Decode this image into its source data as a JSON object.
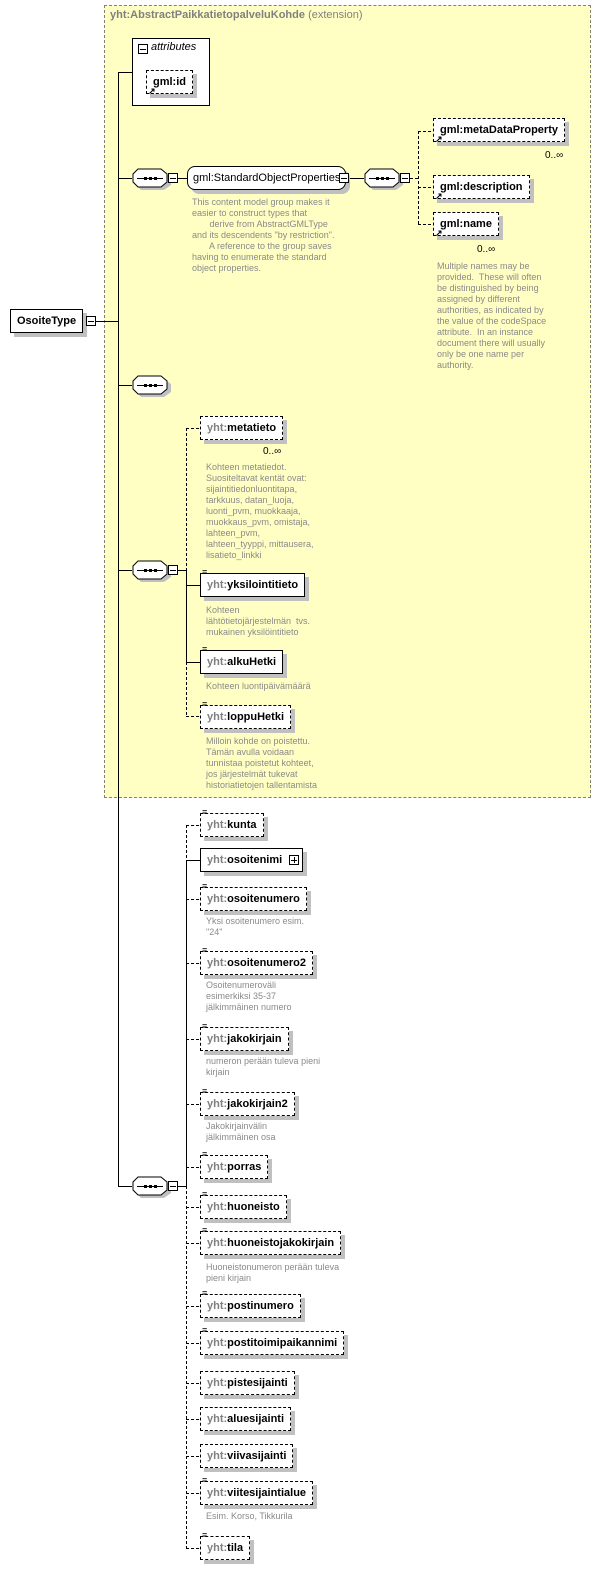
{
  "root": {
    "name": "OsoiteType"
  },
  "extension": {
    "base": "yht:AbstractPaikkatietopalveluKohde",
    "kind": "(extension)"
  },
  "attributes": {
    "label": "attributes",
    "items": [
      {
        "name": "gml:id"
      }
    ]
  },
  "gml_group": {
    "name": "gml:StandardObjectProperties",
    "description": "This content model group makes it\neasier to construct types that\n       derive from AbstractGMLType\nand its descendents \"by restriction\".\n       A reference to the group saves\nhaving to enumerate the standard\nobject properties.",
    "elements": [
      {
        "name": "gml:metaDataProperty",
        "cardinality": "0..∞"
      },
      {
        "name": "gml:description"
      },
      {
        "name": "gml:name",
        "cardinality": "0..∞",
        "description": "Multiple names may be\nprovided.  These will often\nbe distinguished by being\nassigned by different\nauthorities, as indicated by\nthe value of the codeSpace\nattribute.  In an instance\ndocument there will usually\nonly be one name per\nauthority."
      }
    ]
  },
  "prefix": "yht:",
  "base_elements": [
    {
      "name": "metatieto",
      "cardinality": "0..∞",
      "description": "Kohteen metatiedot.\nSuositeltavat kentät ovat:\nsijaintitiedonluontitapa,\ntarkkuus, datan_luoja,\nluonti_pvm, muokkaaja,\nmuokkaus_pvm, omistaja,\nlahteen_pvm,\nlahteen_tyyppi, mittausera,\nlisatieto_linkki"
    },
    {
      "name": "yksilointitieto",
      "description": "Kohteen\nlähtötietojärjestelmän  tvs.\nmukainen yksilöintitieto"
    },
    {
      "name": "alkuHetki",
      "description": "Kohteen luontipäivämäärä"
    },
    {
      "name": "loppuHetki",
      "description": "Milloin kohde on poistettu.\nTämän avulla voidaan\ntunnistaa poistetut kohteet,\njos järjestelmät tukevat\nhistoriatietojen tallentamista"
    }
  ],
  "elements": [
    {
      "name": "kunta"
    },
    {
      "name": "osoitenimi"
    },
    {
      "name": "osoitenumero",
      "description": "Yksi osoitenumero esim.\n\"24\""
    },
    {
      "name": "osoitenumero2",
      "description": "Osoitenumeroväli\nesimerkiksi 35-37\njälkimmäinen numero"
    },
    {
      "name": "jakokirjain",
      "description": "numeron perään tuleva pieni\nkirjain"
    },
    {
      "name": "jakokirjain2",
      "description": "Jakokirjainvälin\njälkimmäinen osa"
    },
    {
      "name": "porras"
    },
    {
      "name": "huoneisto"
    },
    {
      "name": "huoneistojakokirjain",
      "description": "Huoneistonumeron perään tuleva\npieni kirjain"
    },
    {
      "name": "postinumero"
    },
    {
      "name": "postitoimipaikannimi"
    },
    {
      "name": "pistesijainti"
    },
    {
      "name": "aluesijainti"
    },
    {
      "name": "viivasijainti"
    },
    {
      "name": "viitesijaintialue",
      "description": "Esim. Korso, Tikkurila"
    },
    {
      "name": "tila"
    }
  ]
}
